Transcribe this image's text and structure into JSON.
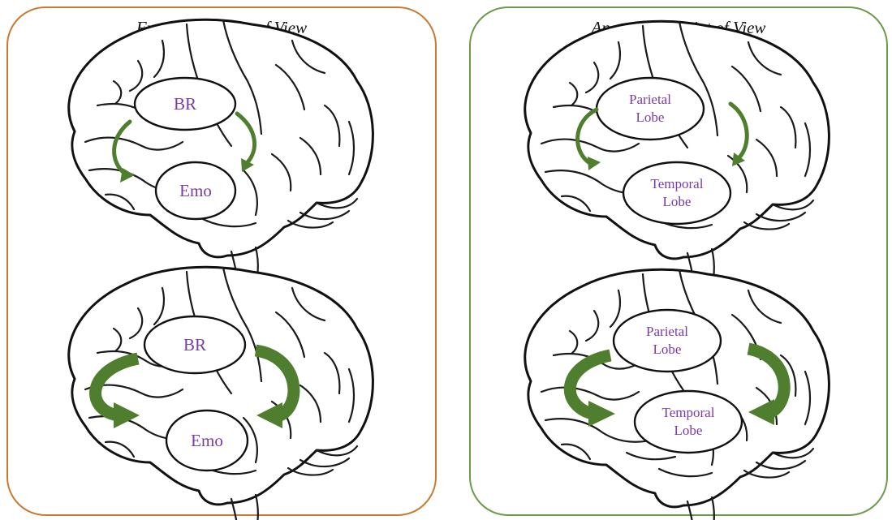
{
  "panels": {
    "functional": {
      "title": "Functional Point of View",
      "border_color": "#c77a30"
    },
    "anatomical": {
      "title": "Anatomical Point of View",
      "border_color": "#6a9a4c"
    }
  },
  "labels": {
    "br": "BR",
    "emo": "Emo",
    "parietal_line1": "Parietal",
    "parietal_line2": "Lobe",
    "temporal_line1": "Temporal",
    "temporal_line2": "Lobe"
  },
  "colors": {
    "label_text": "#7a3aa8",
    "arrow": "#4f7f2e",
    "outline": "#111111"
  },
  "arrows": {
    "top_row": "thin",
    "bottom_row": "thick"
  }
}
